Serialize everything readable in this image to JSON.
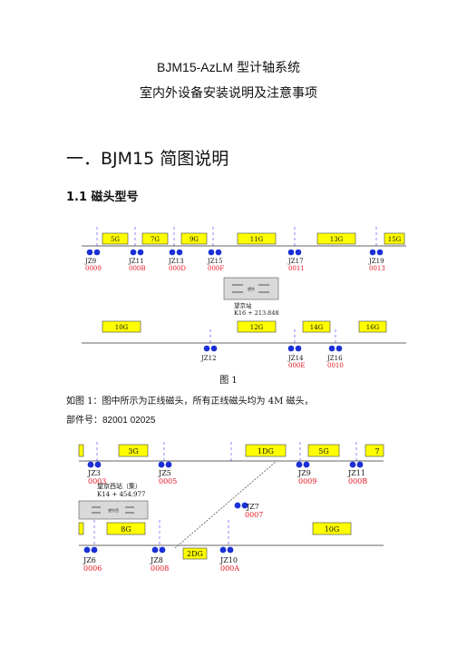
{
  "header": {
    "title": "BJM15-AzLM 型计轴系统",
    "subtitle": "室内外设备安装说明及注意事项"
  },
  "section": {
    "heading": "一．BJM15 简图说明",
    "subheading": "1.1  磁头型号"
  },
  "figure1": {
    "caption": "图 1",
    "upper_sections": [
      "5G",
      "7G",
      "9G",
      "11G",
      "13G",
      "15G"
    ],
    "lower_sections": [
      "10G",
      "12G",
      "14G",
      "16G"
    ],
    "upper_heads": [
      {
        "name": "JZ9",
        "code": "0009"
      },
      {
        "name": "JZ11",
        "code": "000B"
      },
      {
        "name": "JZ13",
        "code": "000D"
      },
      {
        "name": "JZ15",
        "code": "000F"
      },
      {
        "name": "JZ17",
        "code": "0011"
      },
      {
        "name": "JZ19",
        "code": "0013"
      }
    ],
    "lower_heads": [
      {
        "name": "JZ12",
        "code": ""
      },
      {
        "name": "JZ14",
        "code": "000E"
      },
      {
        "name": "JZ16",
        "code": "0010"
      }
    ],
    "station_name": "望京站",
    "station_km": "K16 +  213.848",
    "station_sign": "望京"
  },
  "para1": "如图 1：图中所示为正线磁头，所有正线磁头均为 4M 磁头，",
  "para2": "部件号：82001 02025",
  "figure2": {
    "upper_sections": [
      "3G",
      "1DG",
      "5G",
      "7"
    ],
    "lower_sections": [
      "8G",
      "2DG",
      "10G"
    ],
    "upper_heads": [
      {
        "name": "JZ3",
        "code": "0003"
      },
      {
        "name": "JZ5",
        "code": "0005"
      },
      {
        "name": "JZ9",
        "code": "0009"
      },
      {
        "name": "JZ11",
        "code": "000B"
      }
    ],
    "mid_head": {
      "name": "JZ7",
      "code": "0007"
    },
    "lower_heads": [
      {
        "name": "JZ6",
        "code": "0006"
      },
      {
        "name": "JZ8",
        "code": "0008"
      },
      {
        "name": "JZ10",
        "code": "000A"
      }
    ],
    "station_name": "望京西站（集）",
    "station_km": "K14 +  454.977",
    "station_sign": "望京西"
  },
  "colors": {
    "section_fill": "#ffff00",
    "head_blue": "#1a2fd6",
    "code_red": "#e8141e",
    "dash_line": "#8a8aff"
  }
}
